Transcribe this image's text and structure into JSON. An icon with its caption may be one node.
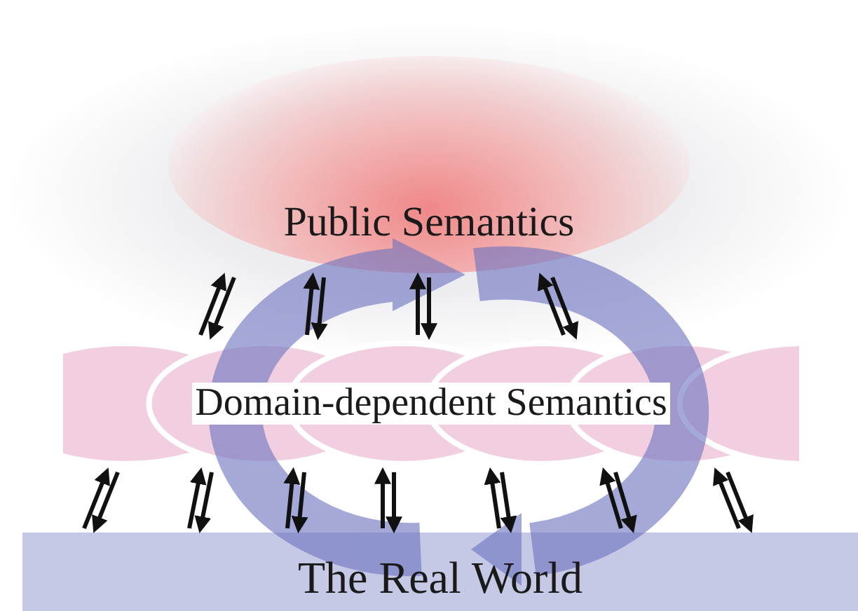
{
  "diagram": {
    "nodes": [
      {
        "text": [
          "Public Semantics"
        ]
      },
      {
        "text": [
          "Domain-dependent Semantics"
        ]
      },
      {
        "text": [
          "The Real World"
        ]
      }
    ],
    "edges": [
      {
        "from": 1,
        "to": 0,
        "arrow": "to"
      },
      {
        "from": 0,
        "to": 1,
        "arrow": "to"
      },
      {
        "from": 1,
        "to": 0,
        "arrow": "to"
      },
      {
        "from": 0,
        "to": 1,
        "arrow": "to"
      },
      {
        "from": 1,
        "to": 0,
        "arrow": "to"
      },
      {
        "from": 0,
        "to": 1,
        "arrow": "to"
      },
      {
        "from": 1,
        "to": 0,
        "arrow": "to"
      },
      {
        "from": 0,
        "to": 1,
        "arrow": "to"
      },
      {
        "from": 2,
        "to": 1,
        "arrow": "to"
      },
      {
        "from": 1,
        "to": 2,
        "arrow": "to"
      },
      {
        "from": 2,
        "to": 1,
        "arrow": "to"
      },
      {
        "from": 1,
        "to": 2,
        "arrow": "to"
      },
      {
        "from": 2,
        "to": 1,
        "arrow": "to"
      },
      {
        "from": 1,
        "to": 2,
        "arrow": "to"
      },
      {
        "from": 2,
        "to": 1,
        "arrow": "to"
      },
      {
        "from": 1,
        "to": 2,
        "arrow": "to"
      },
      {
        "from": 2,
        "to": 1,
        "arrow": "to"
      },
      {
        "from": 1,
        "to": 2,
        "arrow": "to"
      },
      {
        "from": 2,
        "to": 1,
        "arrow": "to"
      },
      {
        "from": 1,
        "to": 2,
        "arrow": "to"
      },
      {
        "from": 2,
        "to": 1,
        "arrow": "to"
      },
      {
        "from": 1,
        "to": 2,
        "arrow": "to"
      }
    ]
  }
}
